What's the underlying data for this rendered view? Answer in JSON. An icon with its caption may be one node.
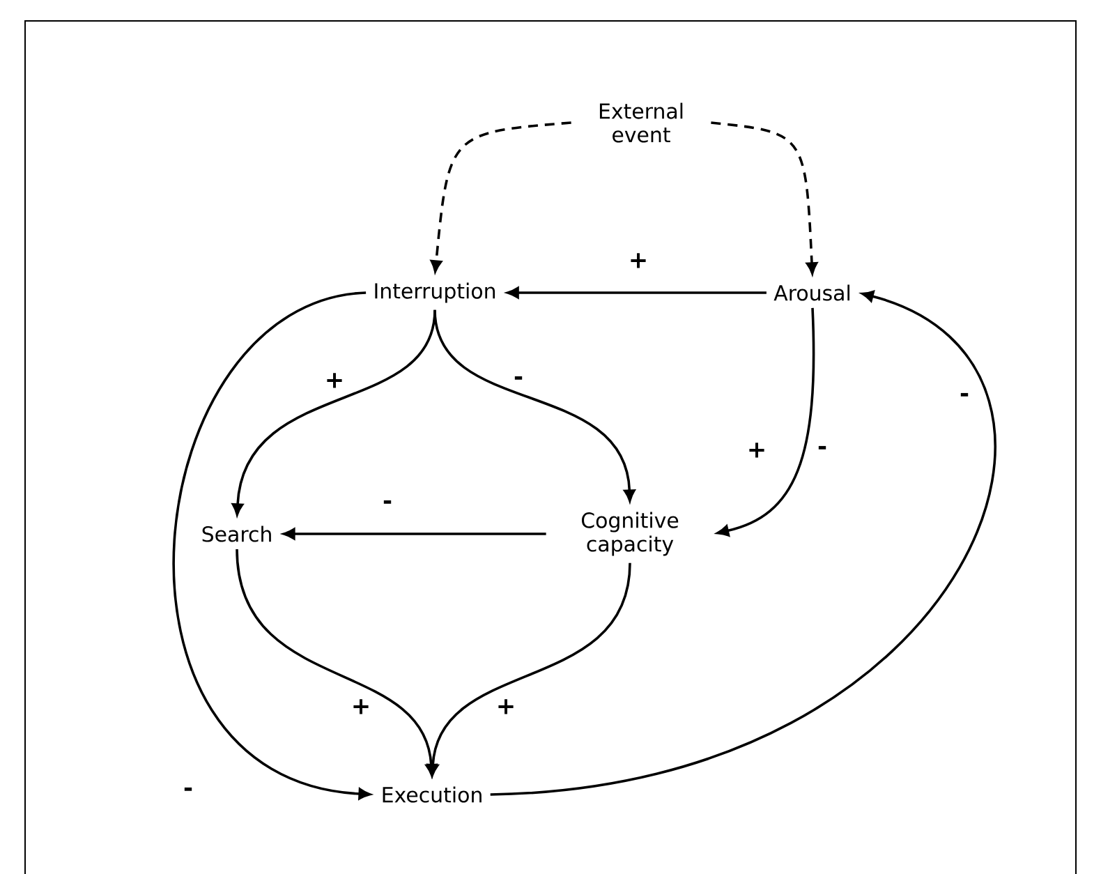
{
  "diagram": {
    "nodes": [
      {
        "text": [
          "External event"
        ]
      },
      {
        "text": [
          "Interruption"
        ]
      },
      {
        "text": [
          "Arousal"
        ]
      },
      {
        "text": [
          "Search"
        ]
      },
      {
        "text": [
          "Cognitive capacity"
        ]
      },
      {
        "text": [
          "Execution"
        ]
      }
    ],
    "edges": [
      {
        "from": 0,
        "to": 1,
        "arrow": "to",
        "style": "dashed"
      },
      {
        "from": 0,
        "to": 2,
        "arrow": "to",
        "style": "dashed"
      },
      {
        "from": 2,
        "to": 1,
        "arrow": "to",
        "label": "+"
      },
      {
        "from": 1,
        "to": 3,
        "arrow": "to",
        "label": "+"
      },
      {
        "from": 1,
        "to": 4,
        "arrow": "to",
        "label": "-"
      },
      {
        "from": 2,
        "to": 4,
        "arrow": "to",
        "label": "+"
      },
      {
        "from": 4,
        "to": 3,
        "arrow": "to",
        "label": "-"
      },
      {
        "from": 3,
        "to": 5,
        "arrow": "to",
        "label": "+"
      },
      {
        "from": 4,
        "to": 5,
        "arrow": "to",
        "label": "+"
      },
      {
        "from": 1,
        "to": 5,
        "arrow": "to",
        "label": "-"
      },
      {
        "from": 5,
        "to": 2,
        "arrow": "to",
        "label": "-"
      }
    ],
    "labels": [
      "-"
    ]
  }
}
